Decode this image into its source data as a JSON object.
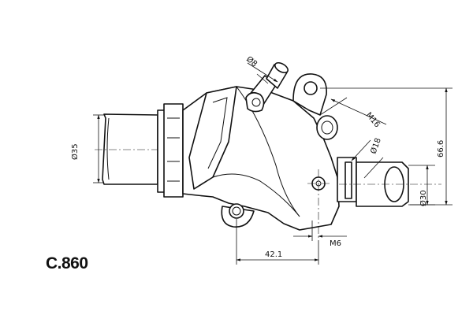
{
  "product": {
    "code": "C.860"
  },
  "dimensions": {
    "inlet_diameter": "Ø35",
    "bleed_pipe_diameter": "Ø8",
    "thread_large": "M16",
    "port_diameter": "Ø18",
    "outlet_diameter": "Ø30",
    "height": "66.6",
    "offset_length": "42.1",
    "thread_small": "M6"
  },
  "colors": {
    "line": "#111111",
    "background": "#ffffff"
  }
}
